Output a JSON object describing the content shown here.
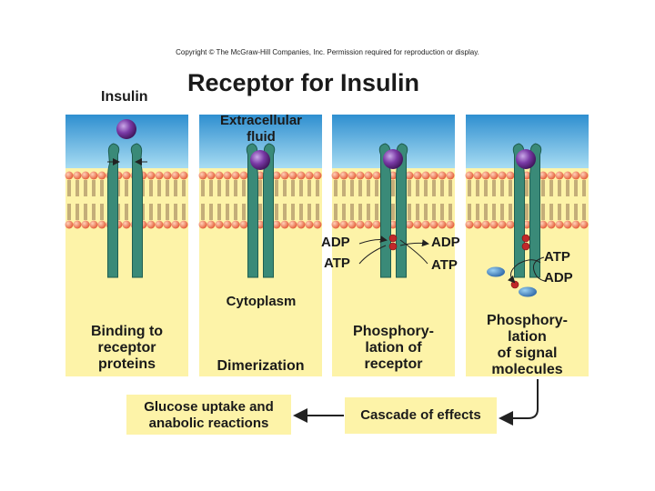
{
  "copyright": "Copyright © The McGraw-Hill Companies, Inc. Permission required for reproduction or display.",
  "title": "Receptor for Insulin",
  "insulin_label": "Insulin",
  "panels": [
    {
      "caption": "Binding to\nreceptor\nproteins"
    },
    {
      "top_label": "Extracellular\nfluid",
      "mid_label": "Cytoplasm",
      "caption": "Dimerization"
    },
    {
      "caption": "Phosphory-\nlation of\nreceptor",
      "left_top": "ADP",
      "left_bottom": "ATP",
      "right_top": "ADP",
      "right_bottom": "ATP"
    },
    {
      "caption": "Phosphory-\nlation\nof signal\nmolecules",
      "atp": "ATP",
      "adp": "ADP"
    }
  ],
  "bottom": {
    "left_box": "Glucose uptake and\nanabolic reactions",
    "right_box": "Cascade of effects"
  },
  "colors": {
    "fluid": "#4aa6d8",
    "cytoplasm": "#fdf3a8",
    "receptor": "#3a8a78",
    "insulin": "#6b2c8a",
    "lipid_head": "#f07a5a",
    "phosphate": "#c0282a",
    "signal_molecule": "#2a6ab0"
  }
}
